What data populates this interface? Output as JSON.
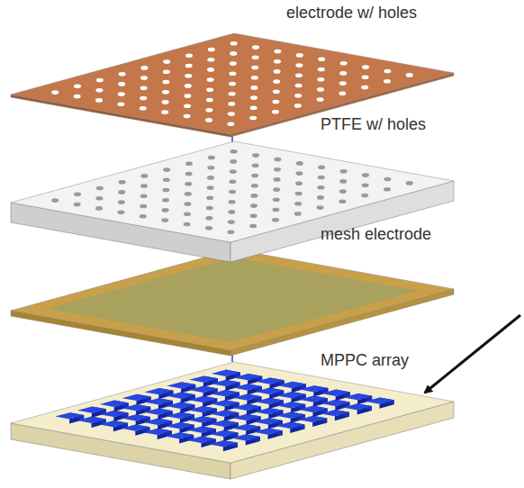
{
  "diagram": {
    "labels": [
      "electrode w/ holes",
      "PTFE w/ holes",
      "mesh electrode",
      "MPPC array"
    ]
  }
}
